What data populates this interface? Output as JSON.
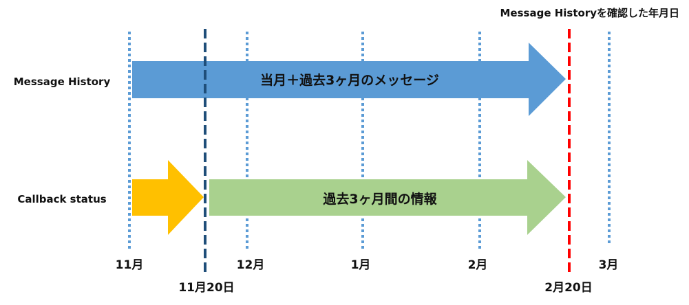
{
  "header_note": "Message Historyを確認した年月日",
  "rows": {
    "message_history": {
      "label": "Message History",
      "arrow_text": "当月＋過去3ヶ月のメッセージ"
    },
    "callback_status": {
      "label": "Callback status",
      "arrow_text": "過去3ヶ月間の情報"
    }
  },
  "months": [
    "11月",
    "12月",
    "1月",
    "2月",
    "3月"
  ],
  "markers": {
    "start": "11月20日",
    "check_date": "2月20日"
  },
  "colors": {
    "message_arrow": "#5b9bd5",
    "callback_pre_arrow": "#ffc000",
    "callback_arrow": "#a9d18e",
    "month_line": "#5b9bd5",
    "start_line": "#1f4e79",
    "check_line": "#ff0000"
  }
}
